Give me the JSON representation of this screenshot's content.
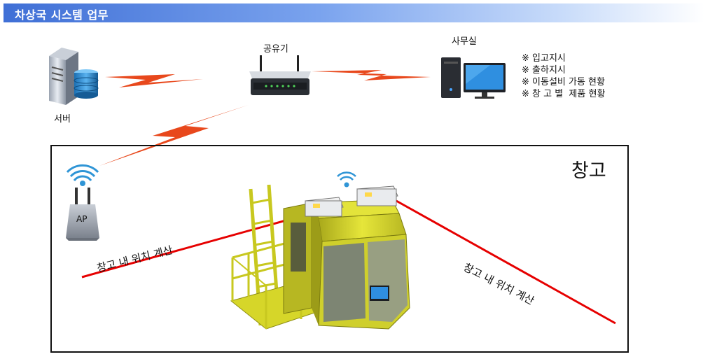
{
  "header": {
    "title": "차상국 시스템 업무"
  },
  "nodes": {
    "server": "서버",
    "router": "공유기",
    "office": "사무실",
    "ap": "AP"
  },
  "office_notes": [
    "※ 입고지시",
    "※ 출하지시",
    "※ 이동설비 가동 현황",
    "※ 창 고 별  제품 현황"
  ],
  "warehouse": {
    "title": "창고",
    "left_calc": "창고 내 위치 계산",
    "right_calc": "창고 내 위치 계산"
  },
  "colors": {
    "header_start": "#3f6fd6",
    "lightning": "#e8481c",
    "laser": "#e60000",
    "wifi": "#2f95d6",
    "vehicle": "#d8d82a"
  },
  "icons": [
    "server-icon",
    "router-icon",
    "desktop-computer-icon",
    "wifi-icon",
    "access-point-icon",
    "stacker-crane-vehicle"
  ]
}
